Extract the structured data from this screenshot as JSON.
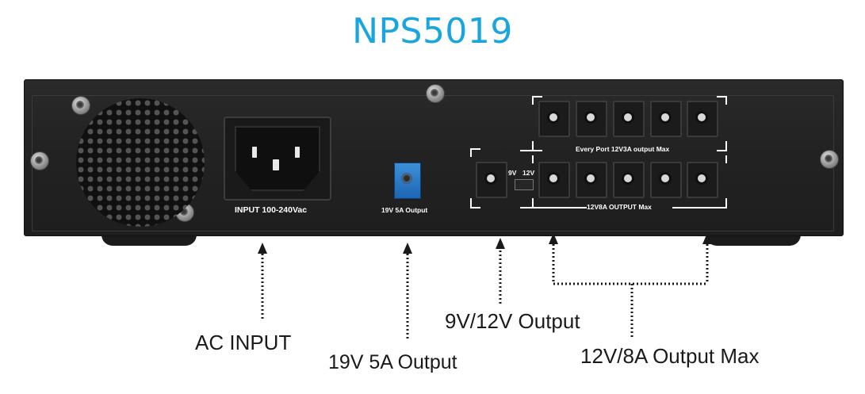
{
  "title": "NPS5019",
  "panel": {
    "ac_input_label": "INPUT 100-240Vac",
    "usb_output_label": "19V 5A Output",
    "switch_9v": "9V",
    "switch_12v": "12V",
    "top_row_label": "Every Port 12V3A output Max",
    "bottom_row_label": "12V8A OUTPUT Max"
  },
  "callouts": {
    "ac_input": "AC INPUT",
    "output_19v": "19V 5A Output",
    "output_9v12v": "9V/12V Output",
    "output_12v8a": "12V/8A Output Max"
  },
  "colors": {
    "title": "#1aa6dd",
    "chassis": "#232323",
    "usb_port": "#2a7ac8"
  }
}
